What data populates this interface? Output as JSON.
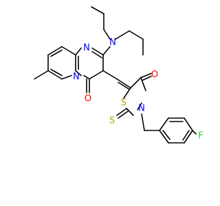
{
  "colors": {
    "background": "#ffffff",
    "bond": "#000000",
    "nitrogen": "#0000ff",
    "oxygen": "#ff0000",
    "sulfur": "#b8a000",
    "fluorine": "#31d431"
  },
  "atoms": {
    "n_ring_top": "N",
    "n_ring_bottom": "N",
    "n_amine": "N",
    "o_pyrimidinone": "O",
    "o_thiazolidinone": "O",
    "s_ring": "S",
    "s_thione": "S",
    "n_thiazolidine": "N",
    "f_aryl": "F"
  }
}
